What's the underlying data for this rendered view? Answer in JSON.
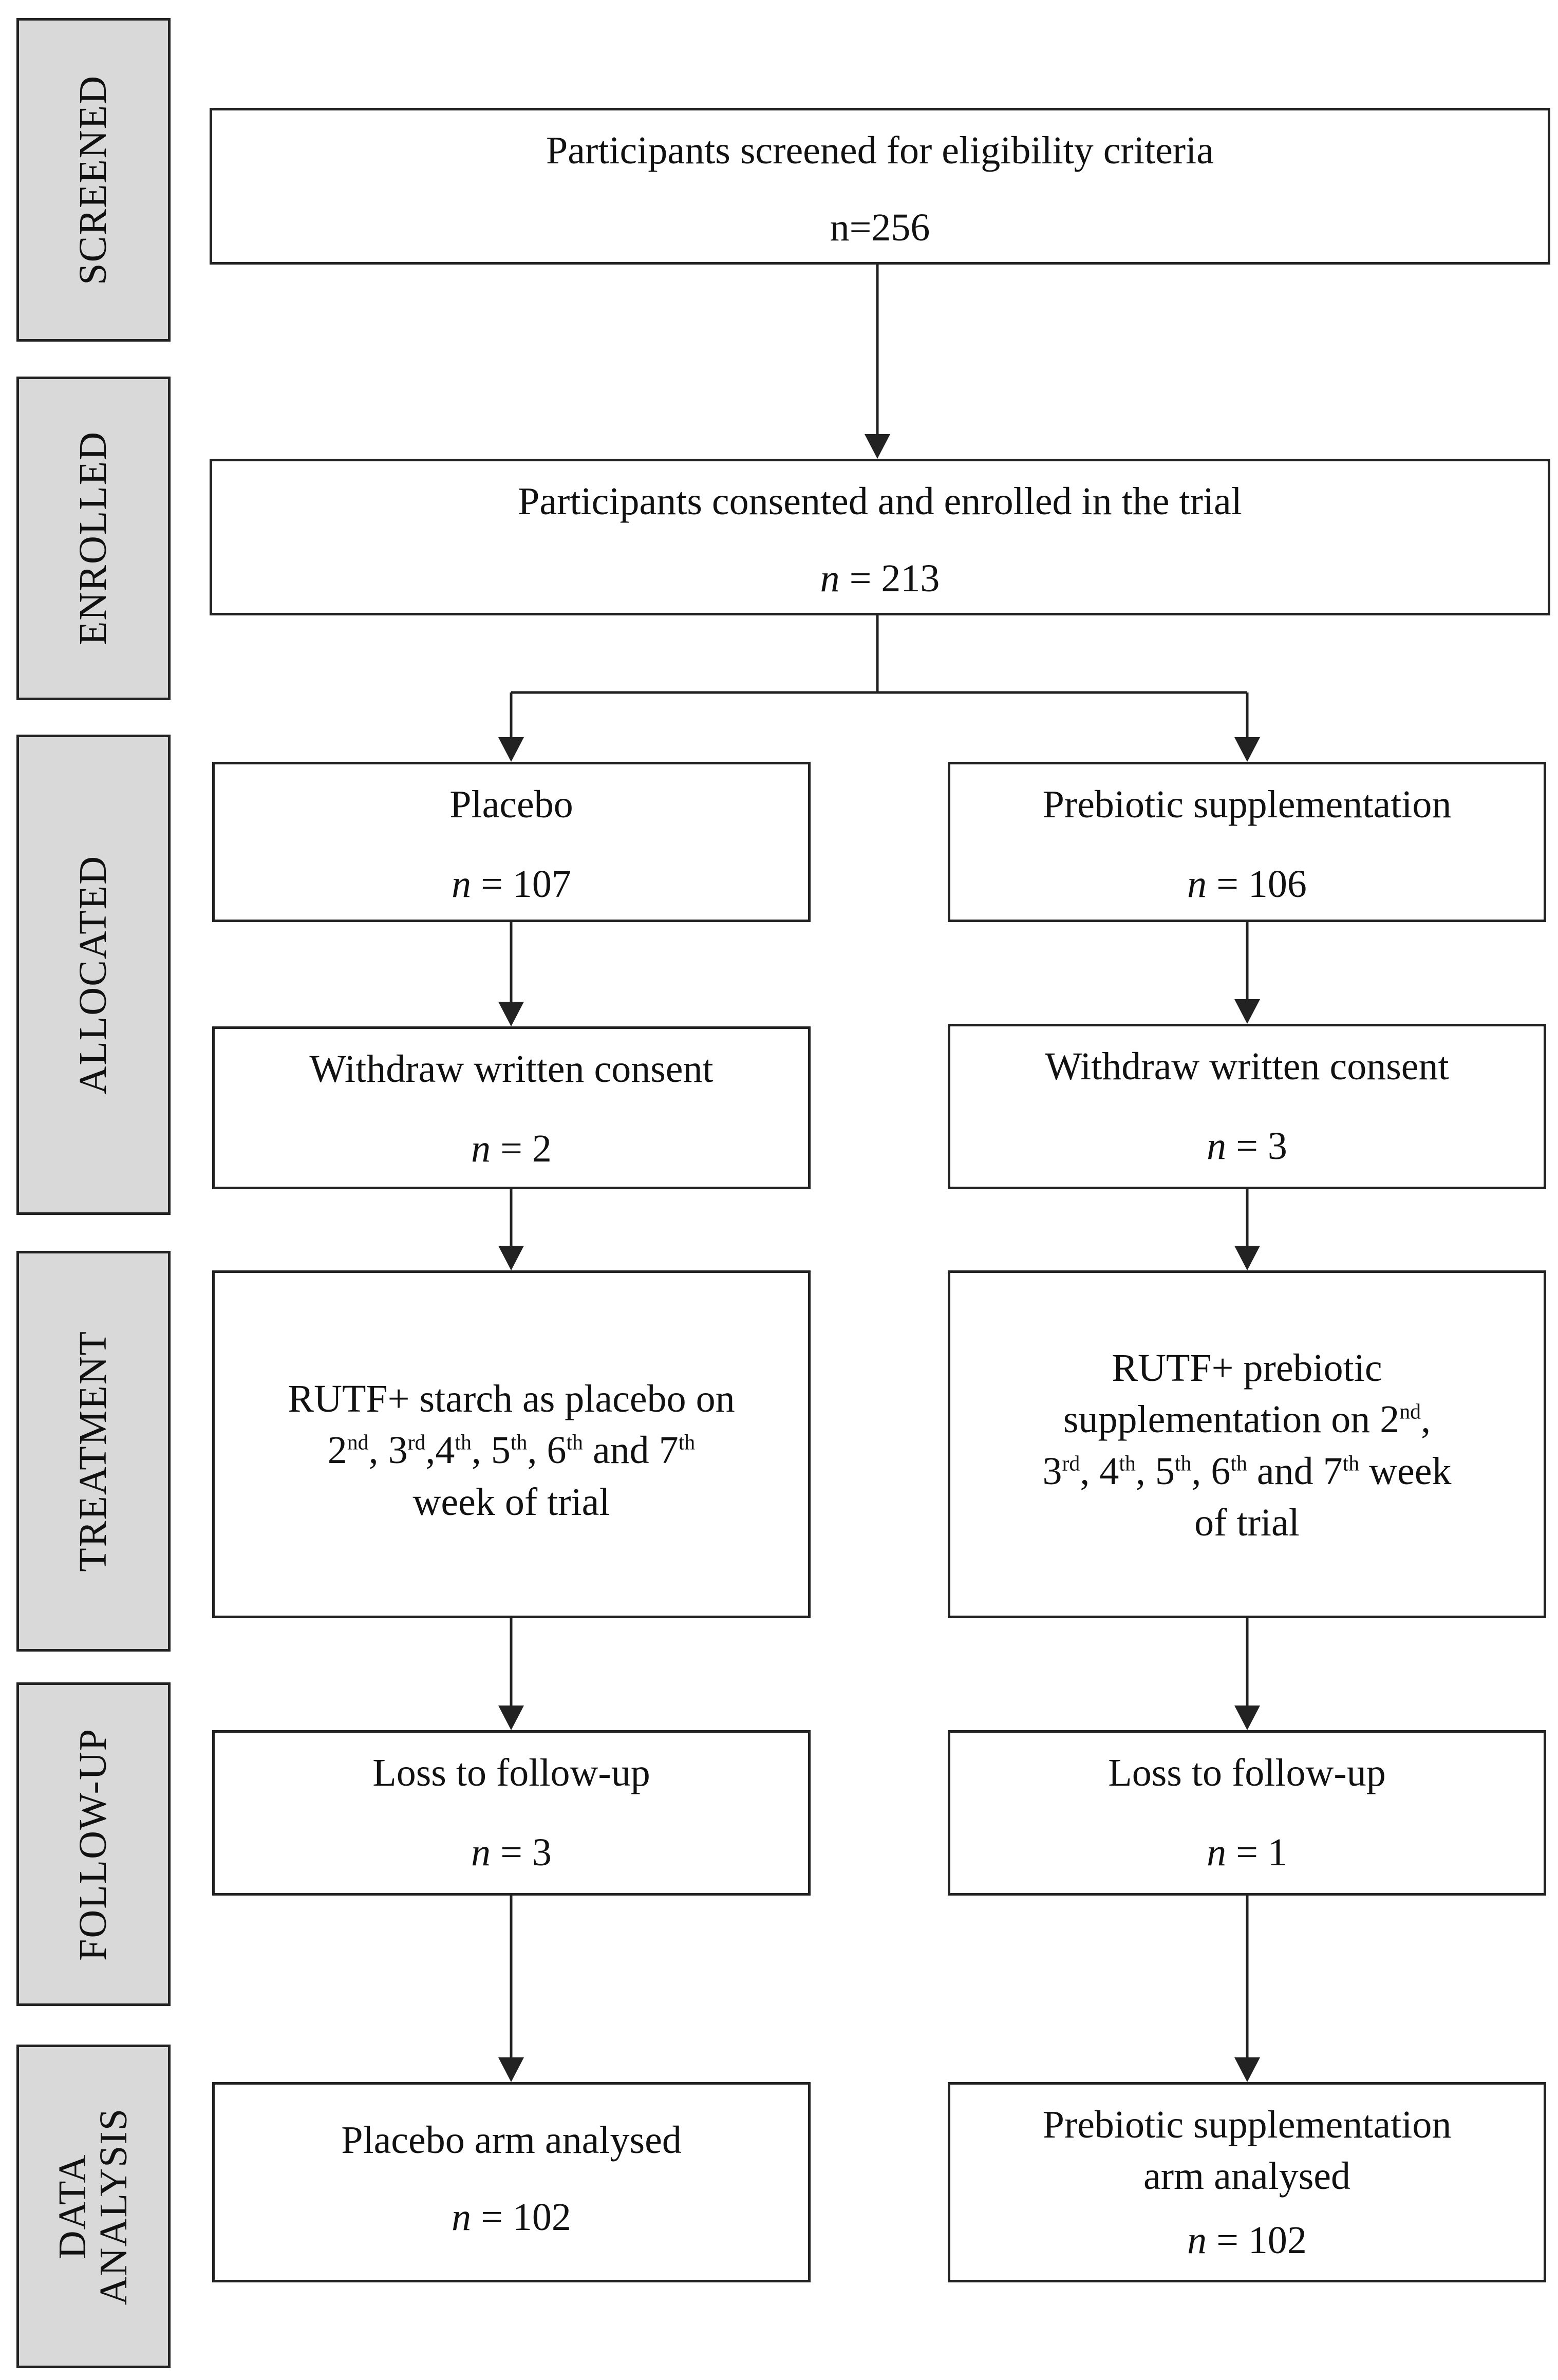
{
  "stages": {
    "screened": "SCREENED",
    "enrolled": "ENROLLED",
    "allocated": "ALLOCATED",
    "treatment": "TREATMENT",
    "follow_up": "FOLLOW-UP",
    "data_analysis": "DATA\nANALYSIS"
  },
  "screened": {
    "title": "Participants screened for eligibility criteria",
    "count": "n=256"
  },
  "enrolled": {
    "title": "Participants consented and enrolled in the trial",
    "count_var": "n",
    "count_val": " = 213"
  },
  "placebo": {
    "allocated_title": "Placebo",
    "allocated_val": " = 107",
    "withdraw_title": "Withdraw written consent",
    "withdraw_val": " = 2",
    "treatment": {
      "line1": "RUTF+ starch as placebo on",
      "o2": "2",
      "s2": "nd",
      "o3": ", 3",
      "s3": "rd",
      "o4": ",4",
      "s4": "th",
      "o5": ", 5",
      "s5": "th",
      "o6": ", 6",
      "s6": "th",
      "o7": " and 7",
      "s7": "th",
      "line3": "week of trial"
    },
    "followup_title": "Loss to follow-up",
    "followup_val": " = 3",
    "analysis_title": "Placebo arm analysed",
    "analysis_val": " = 102"
  },
  "prebiotic": {
    "allocated_title": "Prebiotic supplementation",
    "allocated_val": " = 106",
    "withdraw_title": "Withdraw written consent",
    "withdraw_val": " = 3",
    "treatment": {
      "line1": "RUTF+ prebiotic",
      "line2a": "supplementation on 2",
      "s2": "nd",
      "c2": ",",
      "o3": "3",
      "s3": "rd",
      "o4": ", 4",
      "s4": "th",
      "o5": ", 5",
      "s5": "th",
      "o6": ", 6",
      "s6": "th",
      "o7": " and 7",
      "s7": "th",
      "tail": " week",
      "line4": "of trial"
    },
    "followup_title": "Loss to follow-up",
    "followup_val": " = 1",
    "analysis_title1": "Prebiotic supplementation",
    "analysis_title2": "arm analysed",
    "analysis_val": " = 102"
  },
  "n_symbol": "n"
}
